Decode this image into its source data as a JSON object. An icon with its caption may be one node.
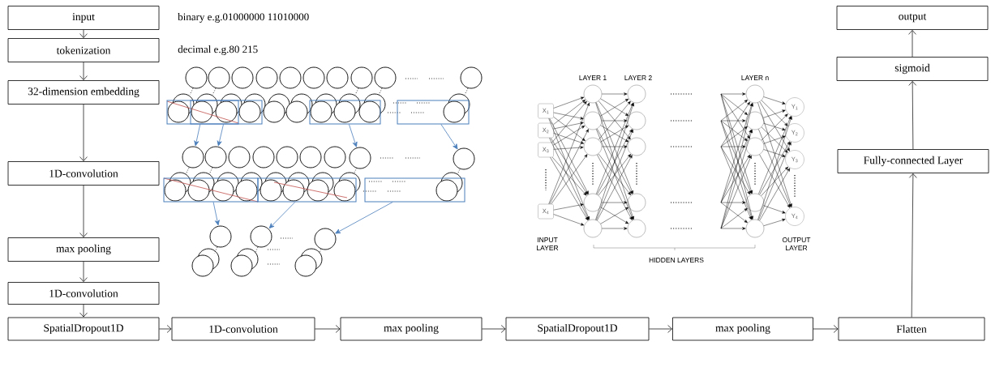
{
  "diagram": {
    "nodes": [
      {
        "text": [
          "input"
        ]
      },
      {
        "text": [
          "tokenization"
        ]
      },
      {
        "text": [
          "32-dimension embedding"
        ]
      },
      {
        "text": [
          "1D-convolution"
        ]
      },
      {
        "text": [
          "max pooling"
        ]
      },
      {
        "text": [
          "1D-convolution"
        ]
      },
      {
        "text": [
          "SpatialDropout1D"
        ]
      },
      {
        "text": [
          "1D-convolution"
        ]
      },
      {
        "text": [
          "max pooling"
        ]
      },
      {
        "text": [
          "SpatialDropout1D"
        ]
      },
      {
        "text": [
          "max pooling"
        ]
      },
      {
        "text": [
          "Flatten"
        ]
      },
      {
        "text": [
          "Fully-connected Layer"
        ]
      },
      {
        "text": [
          "sigmoid"
        ]
      },
      {
        "text": [
          "output"
        ]
      },
      {
        "text": [],
        "shape": "box"
      },
      {
        "text": [],
        "shape": "box"
      },
      {
        "text": [],
        "shape": "box"
      },
      {
        "text": [],
        "shape": "box"
      },
      {
        "text": [],
        "shape": "box"
      },
      {
        "text": [],
        "shape": "box"
      },
      {
        "text": [],
        "shape": "box"
      },
      {
        "text": [],
        "shape": "circle"
      },
      {
        "text": [],
        "shape": "circle"
      },
      {
        "text": [],
        "shape": "circle"
      },
      {
        "text": [],
        "shape": "circle"
      },
      {
        "text": [],
        "shape": "circle"
      },
      {
        "text": [],
        "shape": "circle"
      },
      {
        "text": [],
        "shape": "circle"
      },
      {
        "text": [
          "X$_{1}$"
        ]
      },
      {
        "text": [
          "X$_{2}$"
        ]
      },
      {
        "text": [
          "X$_{3}$"
        ]
      },
      {
        "text": [
          "X$_{4}$"
        ]
      },
      {
        "text": [],
        "shape": "circle"
      },
      {
        "text": [],
        "shape": "circle"
      },
      {
        "text": [],
        "shape": "circle"
      },
      {
        "text": [],
        "shape": "circle"
      },
      {
        "text": [],
        "shape": "circle"
      },
      {
        "text": [],
        "shape": "circle"
      },
      {
        "text": [],
        "shape": "circle"
      },
      {
        "text": [],
        "shape": "circle"
      },
      {
        "text": [],
        "shape": "circle"
      },
      {
        "text": [],
        "shape": "circle"
      },
      {
        "text": [],
        "shape": "circle"
      },
      {
        "text": [],
        "shape": "circle"
      },
      {
        "text": [],
        "shape": "circle"
      },
      {
        "text": [],
        "shape": "circle"
      },
      {
        "text": [],
        "shape": "circle"
      },
      {
        "text": [
          "Y$_{1}$"
        ]
      },
      {
        "text": [
          "Y$_{2}$"
        ]
      },
      {
        "text": [
          "Y$_{3}$"
        ]
      },
      {
        "text": [
          "Y$_{4}$"
        ]
      },
      {
        "text": [],
        "shape": "circle"
      },
      {
        "text": [],
        "shape": "circle"
      },
      {
        "text": [],
        "shape": "circle"
      },
      {
        "text": [],
        "shape": "circle"
      },
      {
        "text": [],
        "shape": "circle"
      },
      {
        "text": [],
        "shape": "circle"
      },
      {
        "text": [],
        "shape": "circle"
      },
      {
        "text": [],
        "shape": "circle"
      },
      {
        "text": [],
        "shape": "circle"
      },
      {
        "text": [],
        "shape": "circle"
      },
      {
        "text": [],
        "shape": "circle"
      },
      {
        "text": [],
        "shape": "circle"
      },
      {
        "text": [],
        "shape": "circle"
      },
      {
        "text": [],
        "shape": "circle"
      },
      {
        "text": [],
        "shape": "circle"
      }
    ],
    "edges": [
      {
        "from": 0,
        "to": 1,
        "arrow": "to"
      },
      {
        "from": 1,
        "to": 2,
        "arrow": "to"
      },
      {
        "from": 2,
        "to": 3,
        "arrow": "to"
      },
      {
        "from": 3,
        "to": 4,
        "arrow": "to"
      },
      {
        "from": 4,
        "to": 5,
        "arrow": "to"
      },
      {
        "from": 5,
        "to": 6,
        "arrow": "to"
      },
      {
        "from": 6,
        "to": 7,
        "arrow": "to"
      },
      {
        "from": 7,
        "to": 8,
        "arrow": "to"
      },
      {
        "from": 8,
        "to": 9,
        "arrow": "to"
      },
      {
        "from": 9,
        "to": 10,
        "arrow": "to"
      },
      {
        "from": 10,
        "to": 11,
        "arrow": "to"
      },
      {
        "from": 11,
        "to": 12,
        "arrow": "to"
      },
      {
        "from": 12,
        "to": 13,
        "arrow": "to"
      },
      {
        "from": 13,
        "to": 14,
        "arrow": "to"
      },
      {
        "from": 15,
        "to": 22,
        "arrow": "to",
        "color": "#4a7ebb"
      },
      {
        "from": 16,
        "to": 23,
        "arrow": "to",
        "color": "#4a7ebb"
      },
      {
        "from": 17,
        "to": 24,
        "arrow": "to",
        "color": "#4a7ebb"
      },
      {
        "from": 18,
        "to": 25,
        "arrow": "to",
        "color": "#4a7ebb"
      },
      {
        "from": 19,
        "to": 26,
        "arrow": "to",
        "color": "#4a7ebb"
      },
      {
        "from": 20,
        "to": 27,
        "arrow": "to",
        "color": "#4a7ebb"
      },
      {
        "from": 21,
        "to": 28,
        "arrow": "to",
        "color": "#4a7ebb"
      },
      {
        "from": 29,
        "to": 33,
        "arrow": "to"
      },
      {
        "from": 29,
        "to": 34,
        "arrow": "to"
      },
      {
        "from": 29,
        "to": 35,
        "arrow": "to"
      },
      {
        "from": 29,
        "to": 36,
        "arrow": "to"
      },
      {
        "from": 29,
        "to": 37,
        "arrow": "to"
      },
      {
        "from": 30,
        "to": 33,
        "arrow": "to"
      },
      {
        "from": 30,
        "to": 34,
        "arrow": "to"
      },
      {
        "from": 30,
        "to": 35,
        "arrow": "to"
      },
      {
        "from": 30,
        "to": 36,
        "arrow": "to"
      },
      {
        "from": 30,
        "to": 37,
        "arrow": "to"
      },
      {
        "from": 31,
        "to": 33,
        "arrow": "to"
      },
      {
        "from": 31,
        "to": 34,
        "arrow": "to"
      },
      {
        "from": 31,
        "to": 35,
        "arrow": "to"
      },
      {
        "from": 31,
        "to": 36,
        "arrow": "to"
      },
      {
        "from": 31,
        "to": 37,
        "arrow": "to"
      },
      {
        "from": 32,
        "to": 33,
        "arrow": "to"
      },
      {
        "from": 32,
        "to": 34,
        "arrow": "to"
      },
      {
        "from": 32,
        "to": 35,
        "arrow": "to"
      },
      {
        "from": 32,
        "to": 36,
        "arrow": "to"
      },
      {
        "from": 32,
        "to": 37,
        "arrow": "to"
      },
      {
        "from": 33,
        "to": 38,
        "arrow": "to"
      },
      {
        "from": 33,
        "to": 39,
        "arrow": "to"
      },
      {
        "from": 33,
        "to": 40,
        "arrow": "to"
      },
      {
        "from": 33,
        "to": 41,
        "arrow": "to"
      },
      {
        "from": 33,
        "to": 42,
        "arrow": "to"
      },
      {
        "from": 34,
        "to": 38,
        "arrow": "to"
      },
      {
        "from": 34,
        "to": 39,
        "arrow": "to"
      },
      {
        "from": 34,
        "to": 40,
        "arrow": "to"
      },
      {
        "from": 34,
        "to": 41,
        "arrow": "to"
      },
      {
        "from": 34,
        "to": 42,
        "arrow": "to"
      },
      {
        "from": 35,
        "to": 38,
        "arrow": "to"
      },
      {
        "from": 35,
        "to": 39,
        "arrow": "to"
      },
      {
        "from": 35,
        "to": 40,
        "arrow": "to"
      },
      {
        "from": 35,
        "to": 41,
        "arrow": "to"
      },
      {
        "from": 35,
        "to": 42,
        "arrow": "to"
      },
      {
        "from": 36,
        "to": 38,
        "arrow": "to"
      },
      {
        "from": 36,
        "to": 39,
        "arrow": "to"
      },
      {
        "from": 36,
        "to": 40,
        "arrow": "to"
      },
      {
        "from": 36,
        "to": 41,
        "arrow": "to"
      },
      {
        "from": 36,
        "to": 42,
        "arrow": "to"
      },
      {
        "from": 37,
        "to": 38,
        "arrow": "to"
      },
      {
        "from": 37,
        "to": 39,
        "arrow": "to"
      },
      {
        "from": 37,
        "to": 40,
        "arrow": "to"
      },
      {
        "from": 37,
        "to": 41,
        "arrow": "to"
      },
      {
        "from": 37,
        "to": 42,
        "arrow": "to"
      },
      {
        "from": null,
        "to": 43,
        "arrow": "to"
      },
      {
        "from": null,
        "to": 44,
        "arrow": "to"
      },
      {
        "from": null,
        "to": 45,
        "arrow": "to"
      },
      {
        "from": null,
        "to": 46,
        "arrow": "to"
      },
      {
        "from": null,
        "to": 47,
        "arrow": "to"
      },
      {
        "from": null,
        "to": 43,
        "arrow": "to"
      },
      {
        "from": null,
        "to": 44,
        "arrow": "to"
      },
      {
        "from": null,
        "to": 45,
        "arrow": "to"
      },
      {
        "from": null,
        "to": 46,
        "arrow": "to"
      },
      {
        "from": null,
        "to": 47,
        "arrow": "to"
      },
      {
        "from": null,
        "to": 43,
        "arrow": "to"
      },
      {
        "from": null,
        "to": 44,
        "arrow": "to"
      },
      {
        "from": null,
        "to": 45,
        "arrow": "to"
      },
      {
        "from": null,
        "to": 46,
        "arrow": "to"
      },
      {
        "from": null,
        "to": 47,
        "arrow": "to"
      },
      {
        "from": null,
        "to": 43,
        "arrow": "to"
      },
      {
        "from": null,
        "to": 44,
        "arrow": "to"
      },
      {
        "from": null,
        "to": 45,
        "arrow": "to"
      },
      {
        "from": null,
        "to": 46,
        "arrow": "to"
      },
      {
        "from": null,
        "to": 47,
        "arrow": "to"
      },
      {
        "from": null,
        "to": 43,
        "arrow": "to"
      },
      {
        "from": null,
        "to": 44,
        "arrow": "to"
      },
      {
        "from": null,
        "to": 45,
        "arrow": "to"
      },
      {
        "from": null,
        "to": 46,
        "arrow": "to"
      },
      {
        "from": null,
        "to": 47,
        "arrow": "to"
      },
      {
        "from": 43,
        "to": 48,
        "arrow": "to"
      },
      {
        "from": 43,
        "to": 49,
        "arrow": "to"
      },
      {
        "from": 43,
        "to": 50,
        "arrow": "to"
      },
      {
        "from": 43,
        "to": 51,
        "arrow": "to"
      },
      {
        "from": 44,
        "to": 48,
        "arrow": "to"
      },
      {
        "from": 44,
        "to": 49,
        "arrow": "to"
      },
      {
        "from": 44,
        "to": 50,
        "arrow": "to"
      },
      {
        "from": 44,
        "to": 51,
        "arrow": "to"
      },
      {
        "from": 45,
        "to": 48,
        "arrow": "to"
      },
      {
        "from": 45,
        "to": 49,
        "arrow": "to"
      },
      {
        "from": 45,
        "to": 50,
        "arrow": "to"
      },
      {
        "from": 45,
        "to": 51,
        "arrow": "to"
      },
      {
        "from": 46,
        "to": 48,
        "arrow": "to"
      },
      {
        "from": 46,
        "to": 49,
        "arrow": "to"
      },
      {
        "from": 46,
        "to": 50,
        "arrow": "to"
      },
      {
        "from": 46,
        "to": 51,
        "arrow": "to"
      },
      {
        "from": 47,
        "to": 48,
        "arrow": "to"
      },
      {
        "from": 47,
        "to": 49,
        "arrow": "to"
      },
      {
        "from": 47,
        "to": 50,
        "arrow": "to"
      },
      {
        "from": 47,
        "to": 51,
        "arrow": "to"
      }
    ],
    "labels": [
      "binary e.g.01000000 11010000",
      "decimal e.g.80 215",
      "LAYER 1",
      "LAYER 2",
      "LAYER n",
      "INPUT LAYER",
      "HIDDEN LAYERS",
      "OUTPUT LAYER"
    ]
  }
}
